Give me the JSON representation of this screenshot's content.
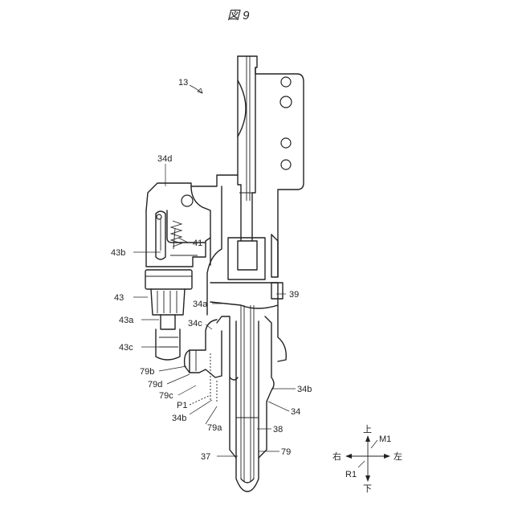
{
  "figure": {
    "title": "図 9"
  },
  "labels": {
    "l13": "13",
    "l34d": "34d",
    "l41": "41",
    "l43b": "43b",
    "l43": "43",
    "l34a": "34a",
    "l39": "39",
    "l43a": "43a",
    "l34c": "34c",
    "l43c": "43c",
    "l79b": "79b",
    "l79d": "79d",
    "l79c": "79c",
    "lP1": "P1",
    "l34b_left": "34b",
    "l79a": "79a",
    "l34b_right": "34b",
    "l34": "34",
    "l38": "38",
    "l37": "37",
    "l79": "79"
  },
  "direction": {
    "up": "上",
    "down": "下",
    "right": "右",
    "left": "左",
    "M1": "M1",
    "R1": "R1"
  }
}
